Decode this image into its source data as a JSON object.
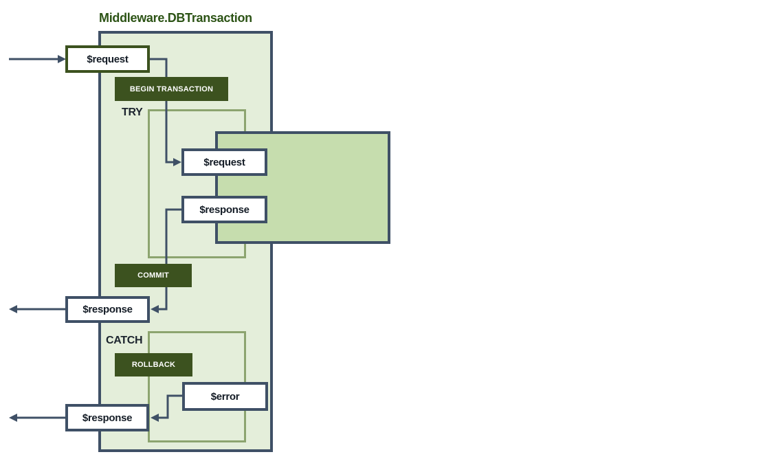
{
  "title": "Middleware.DBTransaction",
  "nodes": {
    "input_request": {
      "label": "$request"
    },
    "begin_transaction": {
      "label": "BEGIN TRANSACTION"
    },
    "try_block": {
      "label": "TRY"
    },
    "inner_request": {
      "label": "$request"
    },
    "inner_response": {
      "label": "$response"
    },
    "commit": {
      "label": "COMMIT"
    },
    "output_response": {
      "label": "$response"
    },
    "catch_block": {
      "label": "CATCH"
    },
    "rollback": {
      "label": "ROLLBACK"
    },
    "error": {
      "label": "$error"
    },
    "catch_response": {
      "label": "$response"
    }
  },
  "colors": {
    "container_fill": "#e4eeda",
    "container_border": "#3f5066",
    "subprocess_fill": "#c6ddae",
    "block_border": "#8ca46f",
    "activity_fill": "#3c521f",
    "activity_text": "#ffffff",
    "input_box_border": "#3c521f",
    "title_text": "#2c5315",
    "label_text": "#141c26",
    "connector": "#3f5066"
  }
}
